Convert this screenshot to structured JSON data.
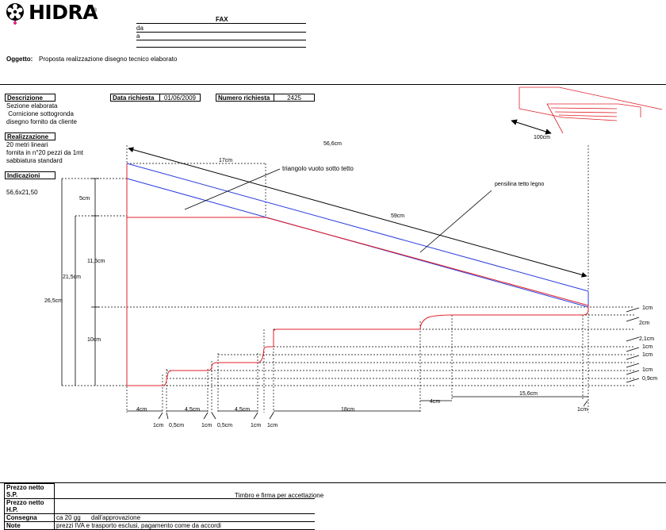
{
  "brand": {
    "name": "Hidra",
    "wordmark": "HIDRA",
    "registered": "®"
  },
  "fax": {
    "title": "FAX",
    "da_label": "da",
    "a_label": "a"
  },
  "oggetto": {
    "label": "Oggetto:",
    "value": "Proposta realizzazione disegno tecnico elaborato"
  },
  "descrizione": {
    "label": "Descrizione",
    "lines": [
      "Sezione elaborata",
      " Cornicione sottogronda",
      "disegno fornito da cliente"
    ]
  },
  "data_richiesta": {
    "label": "Data richiesta",
    "value": "01/06/2009"
  },
  "numero_richiesta": {
    "label": "Numero richiesta",
    "value": "2425"
  },
  "realizzazione": {
    "label": "Realizzazione",
    "lines": [
      "20 metri lineari",
      "fornita in n°20 pezzi da 1mt",
      "sabbiatura standard"
    ]
  },
  "indicazioni": {
    "label": "Indicazioni",
    "value": "56,6x21,50"
  },
  "drawing": {
    "callout_triangolo": "triangolo vuoto sotto tetto",
    "callout_pensilina": "pensilina tetto legno",
    "dim_top": "56,6cm",
    "dim_17": "17cm",
    "dim_59": "59cm",
    "dim_5": "5cm",
    "dim_11_5": "11,5cm",
    "dim_21_5": "21,5cm",
    "dim_26_5": "26,5cm",
    "dim_10": "10cm",
    "right_dims": [
      "1cm",
      "2cm",
      "2,1cm",
      "1cm",
      "1cm",
      "1cm",
      "0,9cm"
    ],
    "bottom_dims": {
      "a": "4cm",
      "b": "4,5cm",
      "c": "4,5cm",
      "d": "18cm",
      "e": "4cm",
      "f": "15,6cm",
      "g": "1cm",
      "h": "0,5cm",
      "i": "1cm",
      "j": "0,5cm",
      "k": "1cm",
      "l": "1cm",
      "m": "1cm"
    },
    "iso_dim": "100cm"
  },
  "footer": {
    "rows": [
      {
        "label": "Prezzo netto S.P.",
        "value": ""
      },
      {
        "label": "Prezzo netto H.P.",
        "value": ""
      },
      {
        "label": "Consegna",
        "value": "ca 20 gg      dall'approvazione"
      },
      {
        "label": "Note",
        "value": "prezzi IVA e trasporto esclusi, pagamento come da accordi"
      }
    ],
    "timbro": "Timbro e firma per accettazione"
  },
  "colors": {
    "profile": "#e0202a",
    "roof": "#2a3de0",
    "logo_pink": "#e0268c"
  }
}
